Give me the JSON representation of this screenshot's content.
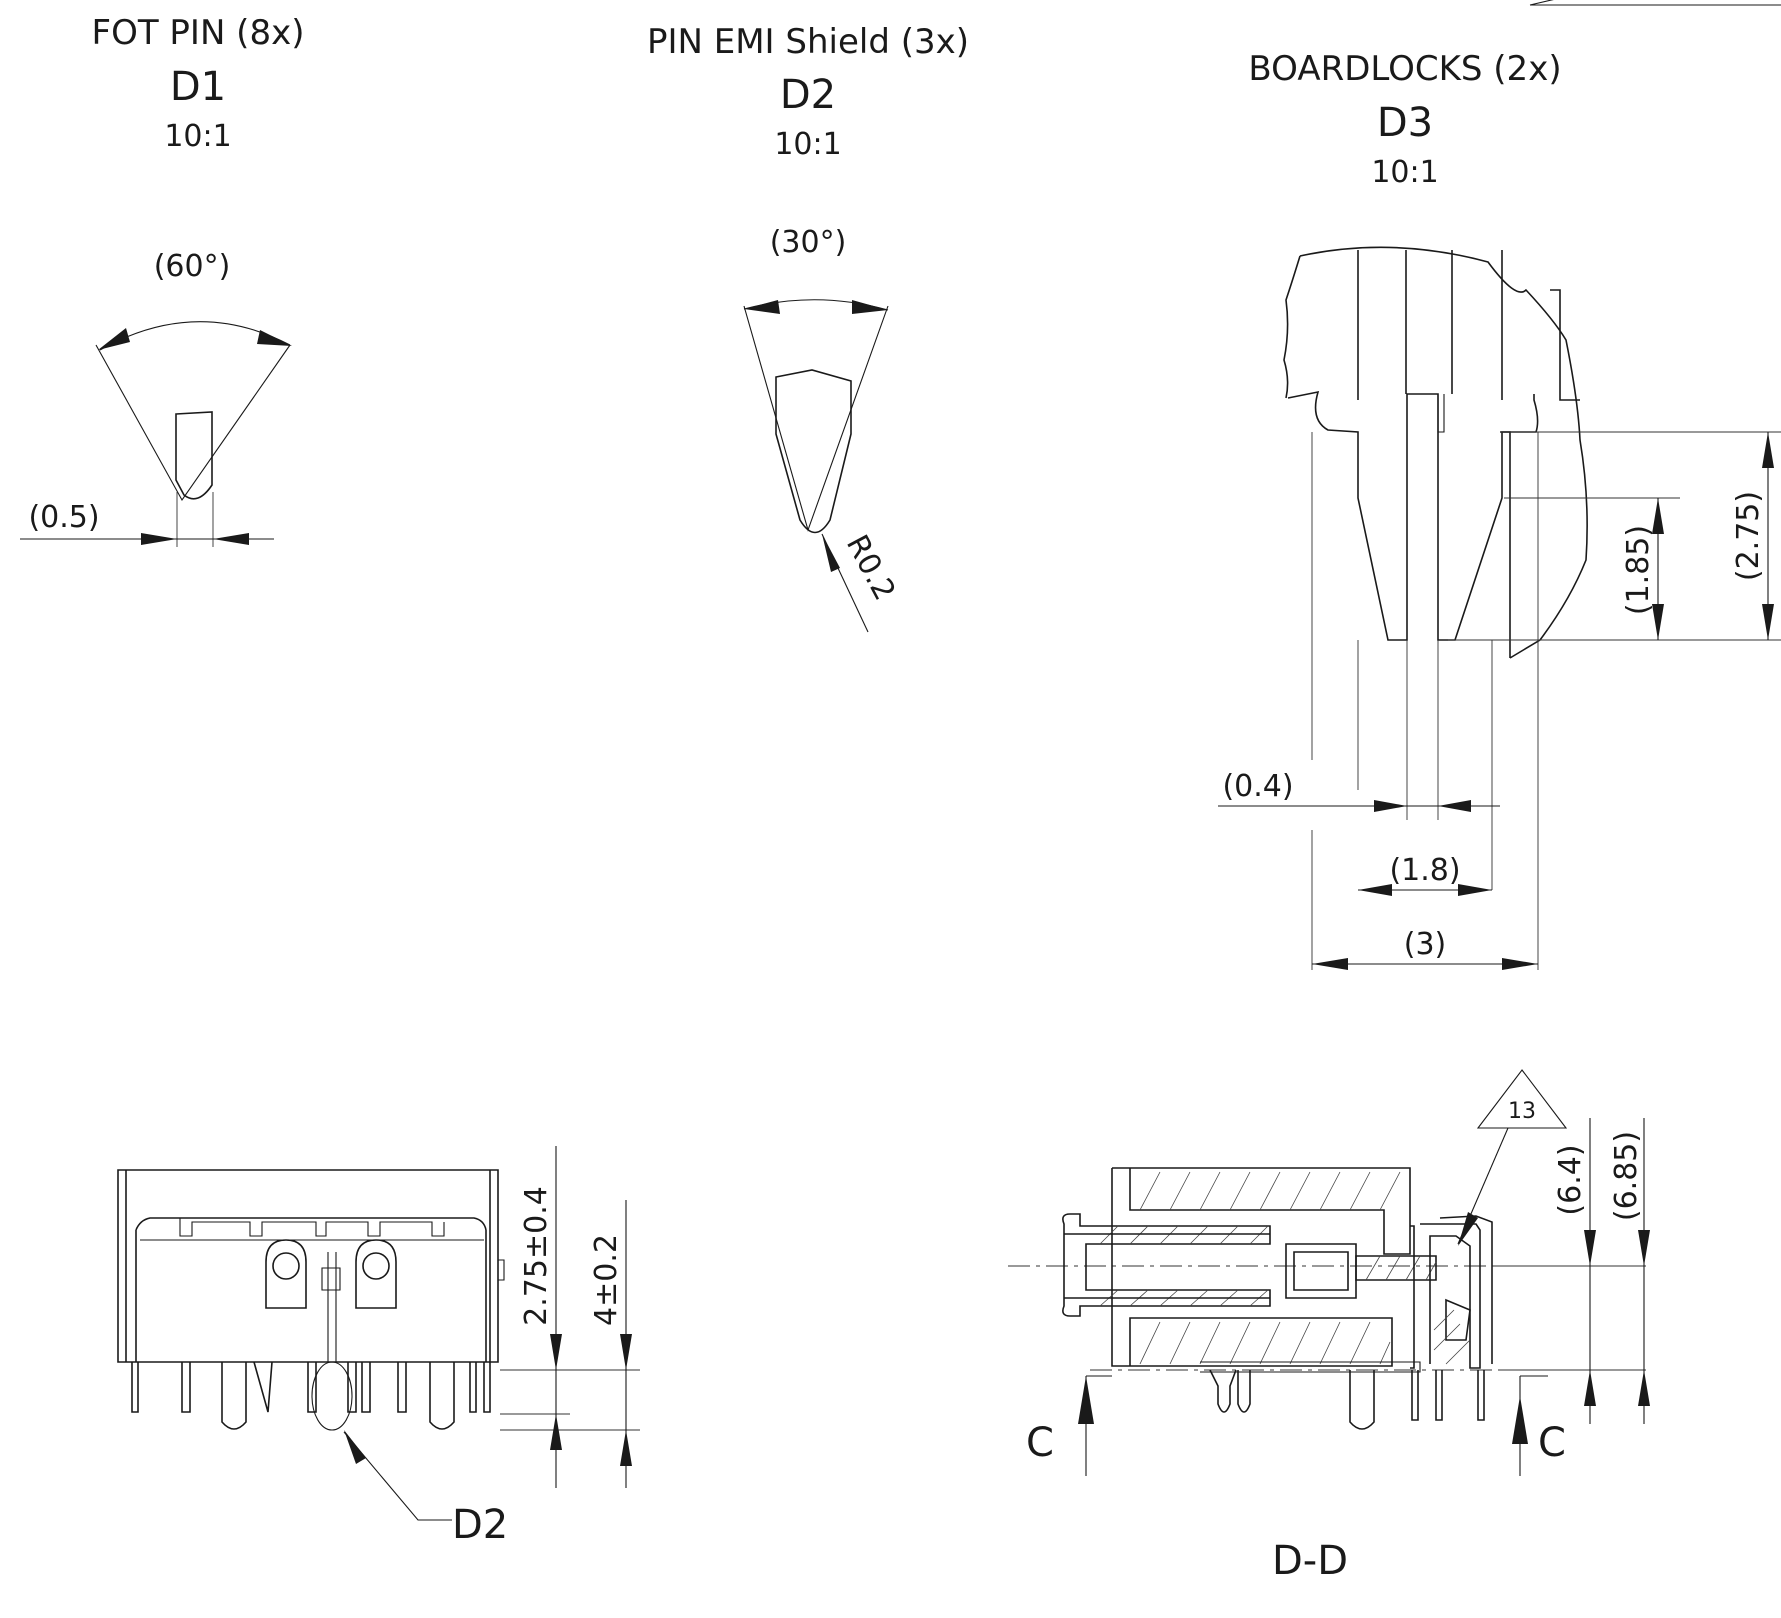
{
  "details": {
    "d1": {
      "title": "FOT PIN (8x)",
      "name": "D1",
      "scale": "10:1",
      "angle": "(60°)",
      "width": "(0.5)"
    },
    "d2": {
      "title": "PIN EMI Shield (3x)",
      "name": "D2",
      "scale": "10:1",
      "angle": "(30°)",
      "radius": "R0.2"
    },
    "d3": {
      "title": "BOARDLOCKS (2x)",
      "name": "D3",
      "scale": "10:1",
      "dim_tip_width": "(0.4)",
      "dim_pitch": "(1.8)",
      "dim_total": "(3)",
      "dim_slot": "(1.85)",
      "dim_height": "(2.75)"
    }
  },
  "front_view": {
    "dim_a": "2.75±0.4",
    "dim_b": "4±0.2",
    "callout": "D2"
  },
  "section_view": {
    "label": "D-D",
    "cut_left": "C",
    "cut_right": "C",
    "note_marker": "13",
    "dim_a": "(6.4)",
    "dim_b": "(6.85)"
  }
}
